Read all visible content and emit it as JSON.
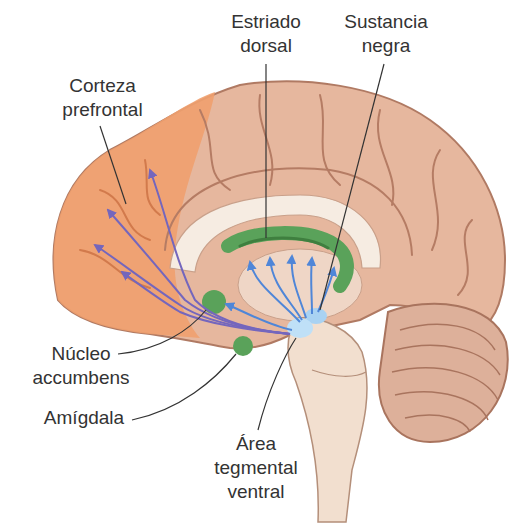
{
  "diagram": {
    "labels": [
      "Estriado dorsal",
      "Sustancia negra",
      "Corteza prefrontal",
      "Núcleo accumbens",
      "Amígdala",
      "Área tegmental ventral"
    ]
  }
}
